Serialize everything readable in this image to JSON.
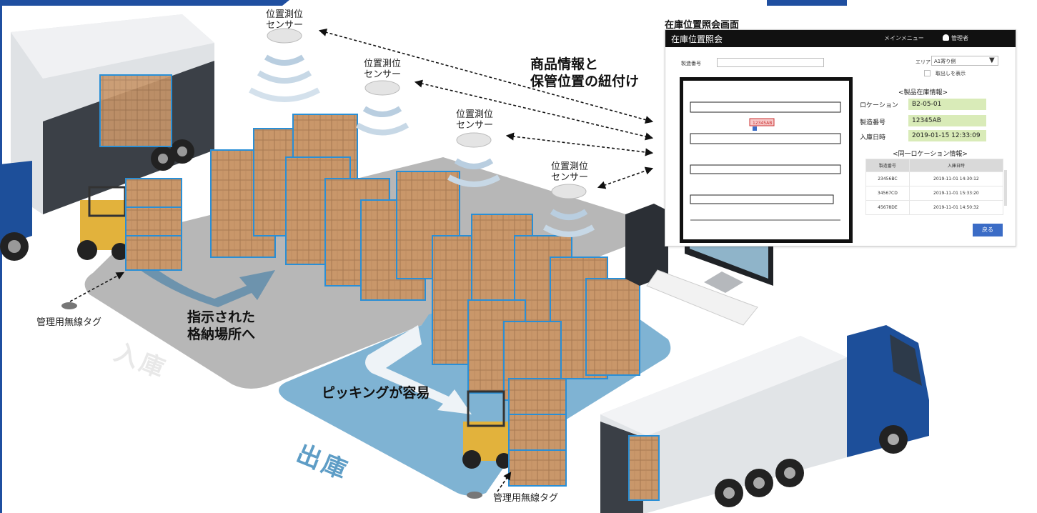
{
  "labels": {
    "sensor": [
      "位置測位",
      "センサー"
    ],
    "link_line1": "商品情報と",
    "link_line2": "保管位置の紐付け",
    "wireless_tag": "管理用無線タグ",
    "instruct_line1": "指示された",
    "instruct_line2": "格納場所へ",
    "picking": "ピッキングが容易",
    "inbound": "入庫",
    "outbound": "出庫"
  },
  "screen": {
    "caption": "在庫位置照会画面",
    "app_title": "在庫位置照会",
    "main_menu": "メインメニュー",
    "user": "管理者",
    "serial_label": "製造番号",
    "area_label": "エリア",
    "area_value": "A1寄り側",
    "checkbox_label": "取出しを表示",
    "product_section": "<製品在庫情報>",
    "location_label": "ロケーション",
    "location_value": "B2-05-01",
    "serial_no_label": "製造番号",
    "serial_no_value": "12345AB",
    "entry_label": "入庫日時",
    "entry_value": "2019-01-15 12:33:09",
    "same_location_section": "<同一ロケーション情報>",
    "table_headers": [
      "製造番号",
      "入庫日時"
    ],
    "table_rows": [
      [
        "23456BC",
        "2019-11-01 14:30:12"
      ],
      [
        "34567CD",
        "2019-11-01 15:33:20"
      ],
      [
        "45678DE",
        "2019-11-01 14:50:32"
      ]
    ],
    "marker_label": "12345AB",
    "return_button": "戻る"
  },
  "colors": {
    "accent_blue": "#1f4fa0",
    "rack_blue": "#2a8fd6",
    "box_tan": "#c99a6a",
    "floor_gray": "#b5b5b5",
    "floor_blue": "#7fb3d3",
    "arrow_steel": "#6c93ad",
    "value_green": "#d9ebb8"
  }
}
